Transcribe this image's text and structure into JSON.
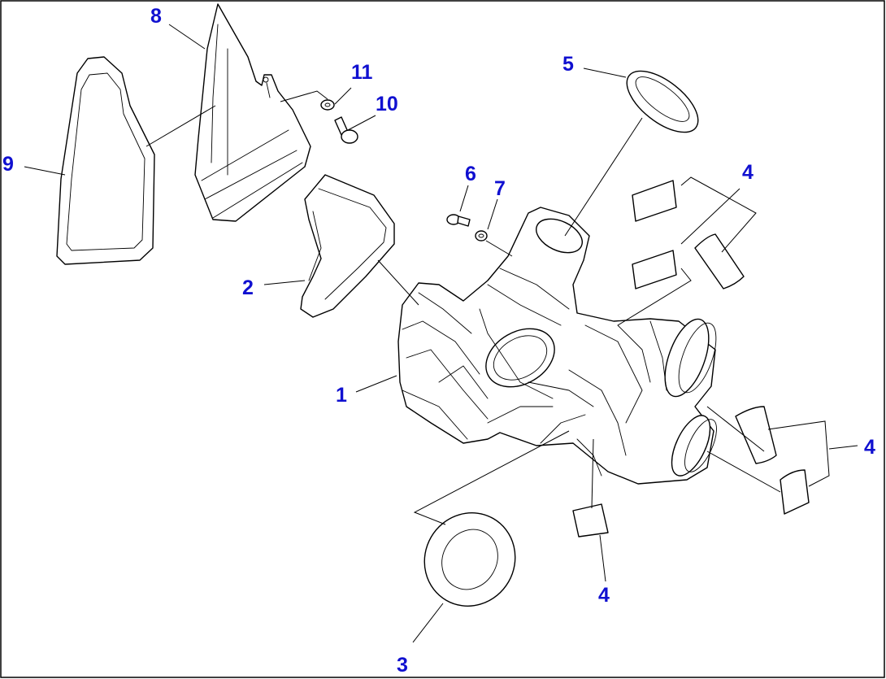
{
  "callouts": {
    "c1": "1",
    "c2": "2",
    "c3": "3",
    "c4a": "4",
    "c4b": "4",
    "c4c": "4",
    "c5": "5",
    "c6": "6",
    "c7": "7",
    "c8": "8",
    "c9": "9",
    "c10": "10",
    "c11": "11"
  },
  "colors": {
    "callout": "#1010d0",
    "line": "#000000",
    "background": "#ffffff"
  }
}
